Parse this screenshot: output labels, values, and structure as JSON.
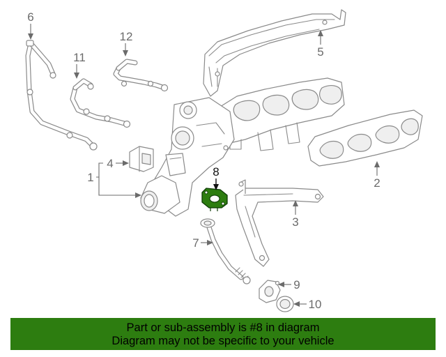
{
  "callouts": {
    "c1": "1",
    "c2": "2",
    "c3": "3",
    "c4": "4",
    "c5": "5",
    "c6": "6",
    "c7": "7",
    "c8": "8",
    "c9": "9",
    "c10": "10",
    "c11": "11",
    "c12": "12"
  },
  "highlight": {
    "part_number": "8",
    "color": "#2d7d10"
  },
  "banner": {
    "line1": "Part or sub-assembly is #8 in diagram",
    "line2": "Diagram may not be specific to your vehicle",
    "background": "#2d7d10"
  }
}
